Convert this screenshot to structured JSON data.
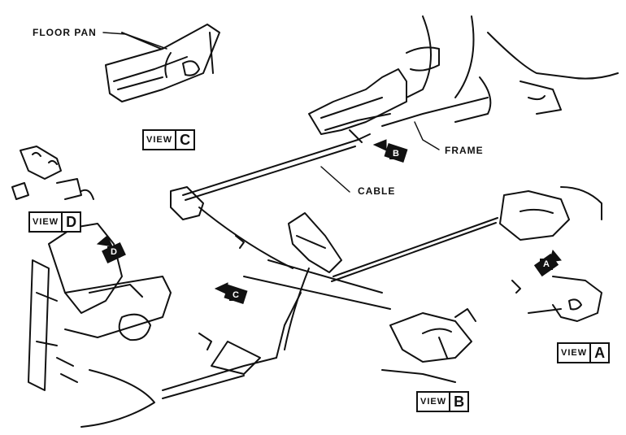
{
  "labels": {
    "floor_pan": "FLOOR PAN",
    "frame": "FRAME",
    "cable": "CABLE"
  },
  "views": {
    "view_word": "VIEW",
    "a": "A",
    "b": "B",
    "c": "C",
    "d": "D"
  },
  "arrow_tags": {
    "a": "A",
    "b": "B",
    "c": "C",
    "d": "D"
  }
}
